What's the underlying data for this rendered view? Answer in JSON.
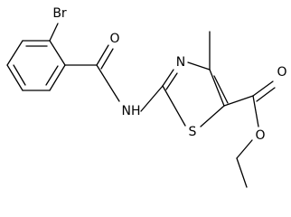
{
  "molecule": {
    "atoms": {
      "br": "Br",
      "o_amide": "O",
      "nh": "NH",
      "n_ring": "N",
      "s_ring": "S",
      "o_carbonyl": "O",
      "o_ester": "O"
    }
  }
}
